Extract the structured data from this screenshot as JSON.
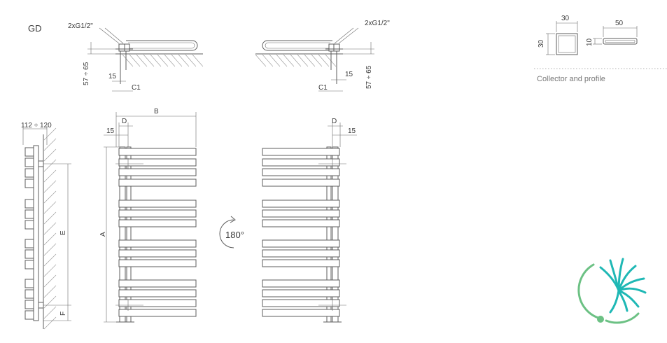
{
  "model_code": "GD",
  "connection_label": "2xG1/2\"",
  "profile_caption": "Collector and profile",
  "rotation_label": "180°",
  "dimensions": {
    "wall_distance": "57 ÷ 65",
    "pipe_offset": "15",
    "c1": "C1",
    "side_depth": "112 ÷ 120",
    "b": "B",
    "d": "D",
    "a": "A",
    "e": "E",
    "f": "F",
    "collector_width": "30",
    "collector_height": "30",
    "profile_width": "50",
    "profile_height": "10"
  },
  "colors": {
    "line": "#5c5c5c",
    "logo_teal": "#1fb8b5",
    "logo_green": "#6cc184"
  }
}
